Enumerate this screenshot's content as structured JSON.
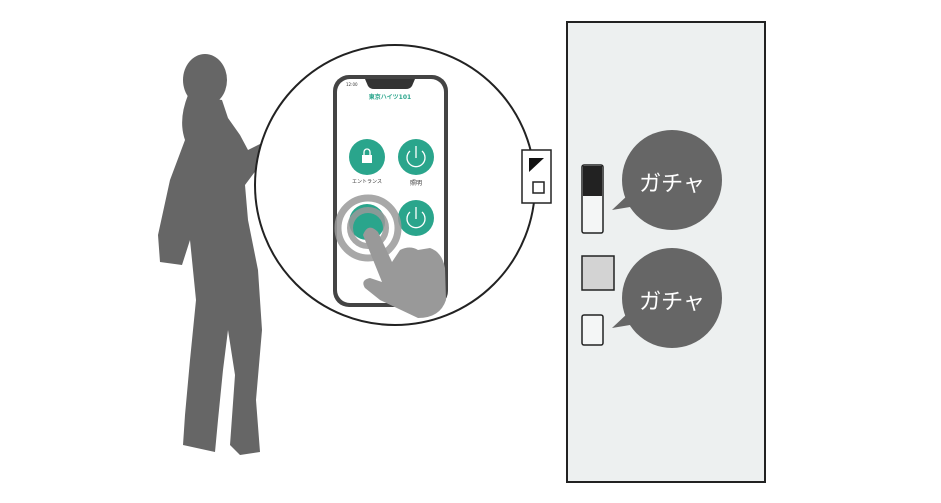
{
  "phone": {
    "clock": "12:00",
    "title": "東京ハイツ101",
    "buttons": [
      {
        "label": "エントランス",
        "icon": "lock-icon"
      },
      {
        "label": "照明",
        "icon": "power-icon"
      },
      {
        "label": "",
        "icon": "lock-icon"
      },
      {
        "label": "",
        "icon": "power-icon"
      }
    ],
    "accent_color": "#2aa58c"
  },
  "bubbles": [
    {
      "text": "ガチャ"
    },
    {
      "text": "ガチャ"
    }
  ],
  "colors": {
    "silhouette": "#666666",
    "door": "#edf0f0",
    "bubble": "#666666"
  }
}
